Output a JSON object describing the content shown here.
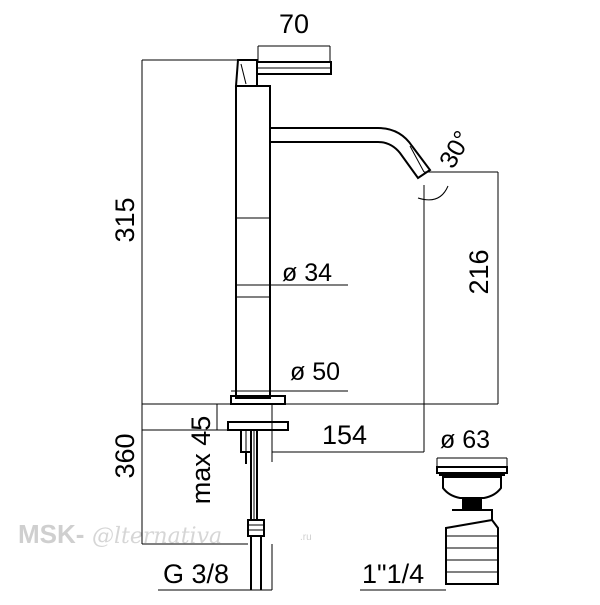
{
  "diagram": {
    "dimensions": {
      "top_width": "70",
      "total_height": "315",
      "spout_angle": "30°",
      "spout_height": "216",
      "body_diameter": "ø 34",
      "base_diameter": "ø 50",
      "spout_reach": "154",
      "below_deck_length": "360",
      "max_deck_thickness": "max 45",
      "connection_thread": "G 3/8",
      "drain_diameter": "ø 63",
      "drain_thread": "1\"1/4"
    },
    "watermark": {
      "brand": "MSK-",
      "script": "@lternativa",
      "domain": ".ru"
    }
  }
}
